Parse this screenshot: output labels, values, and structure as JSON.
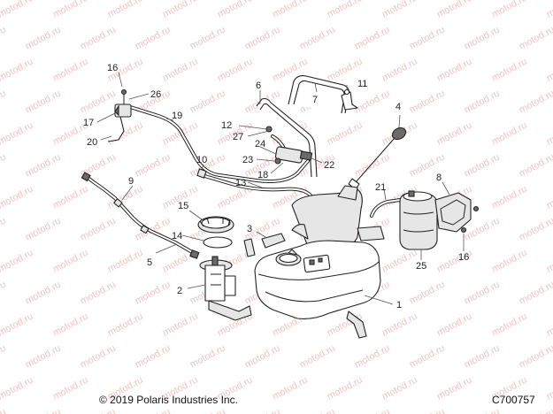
{
  "watermark": "motod.ru",
  "copyright": "© 2019 Polaris Industries Inc.",
  "figure_code": "C700757",
  "callouts": {
    "c1": "1",
    "c2": "2",
    "c3": "3",
    "c4": "4",
    "c5": "5",
    "c6": "6",
    "c7": "7",
    "c8": "8",
    "c9": "9",
    "c10": "10",
    "c11": "11",
    "c12": "12",
    "c13": "13",
    "c14": "14",
    "c15": "15",
    "c16a": "16",
    "c16b": "16",
    "c17": "17",
    "c18": "18",
    "c19": "19",
    "c20": "20",
    "c21": "21",
    "c22": "22",
    "c23": "23",
    "c24": "24",
    "c25": "25",
    "c26": "26",
    "c27": "27"
  }
}
